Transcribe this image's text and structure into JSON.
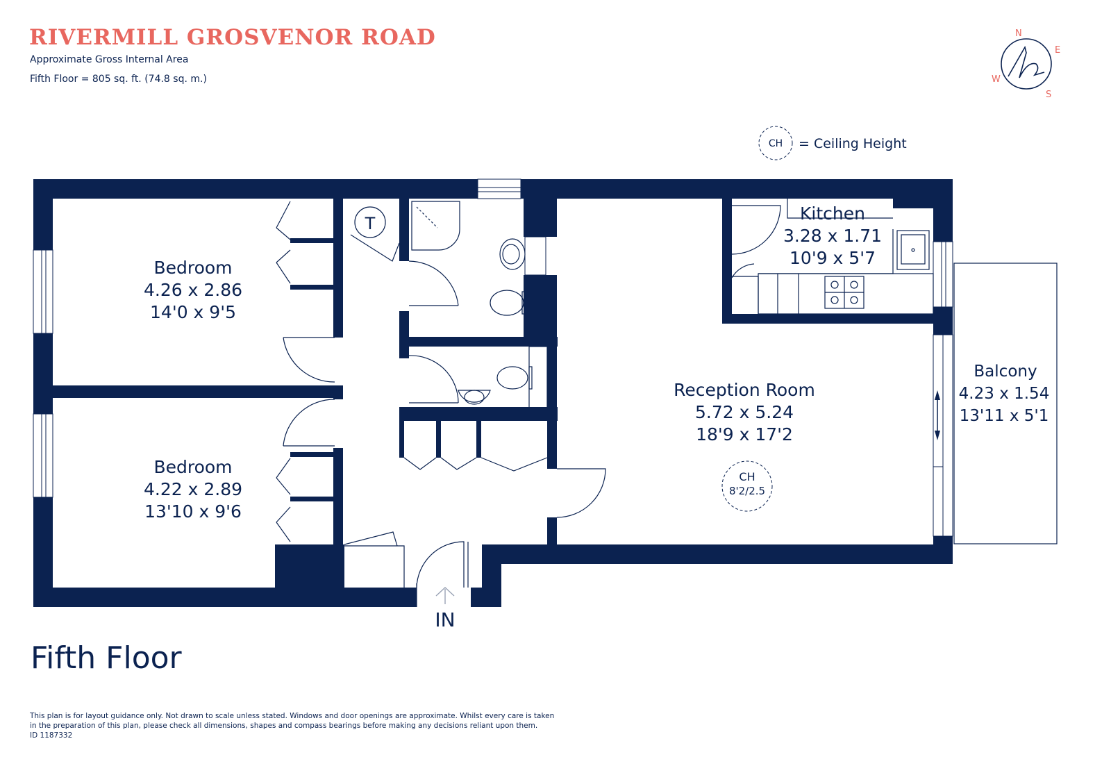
{
  "header": {
    "title": "RIVERMILL GROSVENOR ROAD",
    "area_label": "Approximate Gross Internal Area",
    "area_value": "Fifth Floor = 805 sq. ft. (74.8 sq. m.)"
  },
  "compass": {
    "n": "N",
    "e": "E",
    "s": "S",
    "w": "W",
    "logo": "h"
  },
  "legend": {
    "symbol": "CH",
    "text": "= Ceiling Height"
  },
  "rooms": {
    "bedroom1": {
      "name": "Bedroom",
      "metric": "4.26 x 2.86",
      "imperial": "14'0 x 9'5"
    },
    "bedroom2": {
      "name": "Bedroom",
      "metric": "4.22 x 2.89",
      "imperial": "13'10 x 9'6"
    },
    "kitchen": {
      "name": "Kitchen",
      "metric": "3.28 x 1.71",
      "imperial": "10'9 x 5'7"
    },
    "reception": {
      "name": "Reception Room",
      "metric": "5.72 x 5.24",
      "imperial": "18'9 x 17'2"
    },
    "balcony": {
      "name": "Balcony",
      "metric": "4.23 x 1.54",
      "imperial": "13'11 x 5'1"
    }
  },
  "ceiling": {
    "symbol": "CH",
    "value": "8'2/2.5"
  },
  "tank_label": "T",
  "entrance_label": "IN",
  "floor_name": "Fifth Floor",
  "disclaimer": {
    "line1": "This plan is for layout guidance only. Not drawn to scale unless stated. Windows and door openings are approximate. Whilst every care is taken",
    "line2": "in the preparation of this plan, please check all dimensions, shapes and compass bearings before making any decisions reliant upon them.",
    "id": "ID 1187332"
  },
  "colors": {
    "wall": "#0b2250",
    "accent": "#e8675f",
    "fixture": "#9aa3b5"
  }
}
